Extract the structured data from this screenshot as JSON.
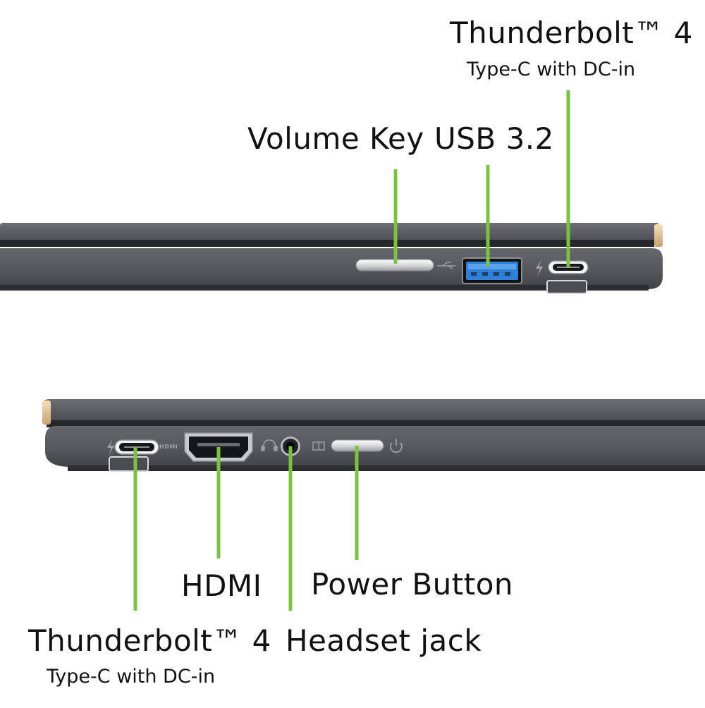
{
  "top_view": {
    "thunderbolt": {
      "title": "Thunderbolt™ 4",
      "subtitle": "Type-C with DC-in"
    },
    "volume_key": "Volume Key",
    "usb": "USB 3.2"
  },
  "bottom_view": {
    "thunderbolt": {
      "title": "Thunderbolt™ 4",
      "subtitle": "Type-C with DC-in"
    },
    "hdmi": "HDMI",
    "power_button": "Power Button",
    "headset_jack": "Headset jack",
    "hdmi_port_marking": "HDMI"
  },
  "colors": {
    "callout_line": "#7cc242",
    "chassis": "#5b5d62",
    "chassis_dark": "#2b2c30",
    "usb_blue": "#2f7fd6",
    "hinge_gold": "#e7c9a0"
  }
}
